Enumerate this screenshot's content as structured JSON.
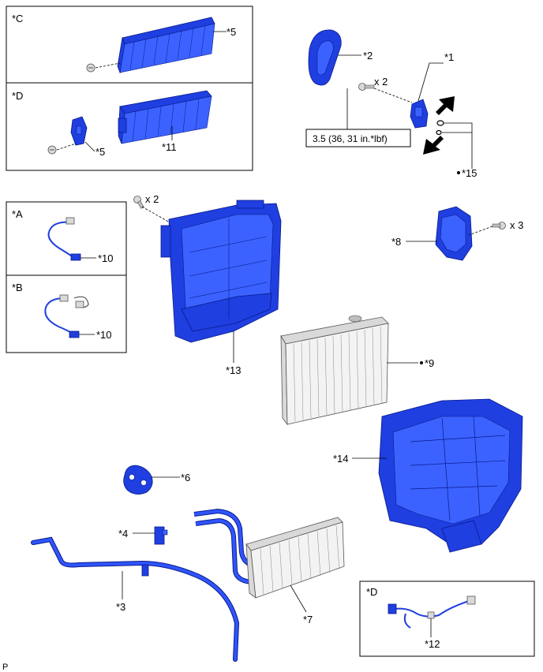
{
  "boxes": {
    "C": "*C",
    "D_top": "*D",
    "A": "*A",
    "B": "*B",
    "D_bottom": "*D"
  },
  "labels": {
    "p1": "*1",
    "p2": "*2",
    "p3": "*3",
    "p4": "*4",
    "p5_c": "*5",
    "p5_d": "*5",
    "p6": "*6",
    "p7": "*7",
    "p8": "*8",
    "p9": "*9",
    "p10_a": "*10",
    "p10_b": "*10",
    "p11": "*11",
    "p12": "*12",
    "p13": "*13",
    "p14": "*14",
    "p15": "*15"
  },
  "quantities": {
    "bolt_top": "x 2",
    "screw_housing": "x 2",
    "screw_p8": "x 3"
  },
  "torque": "3.5 (36, 31 in.*lbf)",
  "corner_mark": "P"
}
